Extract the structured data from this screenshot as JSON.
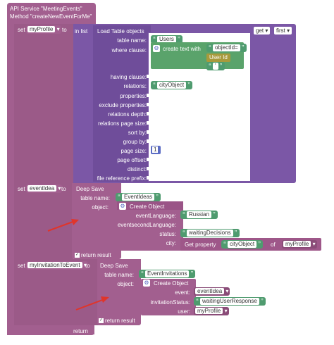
{
  "header": {
    "line1": "API Service \"MeetingEvents\"",
    "line2": "Method \"createNewEventForMe\""
  },
  "set_label": "set",
  "to_label": "to",
  "return_label": "return",
  "block1": {
    "var": "myProfile",
    "in_list": "in list",
    "get": "get",
    "first": "first",
    "title": "Load Table objects",
    "table_name_label": "table name:",
    "table_name": "Users",
    "where_label": "where clause:",
    "create_text": "create text with",
    "text1": "objectId=",
    "user_id": "User Id",
    "text2": "'",
    "having_label": "having clause:",
    "relations_label": "relations:",
    "relations": "cityObject",
    "labels": [
      "properties:",
      "exclude properties:",
      "relations depth:",
      "relations page size:",
      "sort by:",
      "group by:"
    ],
    "page_size_label": "page size:",
    "page_size": "1",
    "labels2": [
      "page offset:",
      "distinct:",
      "file reference prefix:"
    ]
  },
  "block2": {
    "var": "eventIdea",
    "title": "Deep Save",
    "table_name_label": "table name:",
    "table_name": "EventIdeas",
    "object_label": "object:",
    "create_object": "Create Object",
    "lang_label": "eventLanguage:",
    "lang": "Russian",
    "second_label": "eventsecondLanguage:",
    "status_label": "status:",
    "status": "waitingDecisions",
    "city_label": "city:",
    "get_property": "Get property",
    "city_prop": "cityObject",
    "of_label": "of",
    "of_var": "myProfile",
    "return_result": "return result"
  },
  "block3": {
    "var": "myInvitationToEvent",
    "title": "Deep Save",
    "table_name_label": "table name:",
    "table_name": "EventInvitations",
    "object_label": "object:",
    "create_object": "Create Object",
    "event_label": "event:",
    "event_var": "eventIdea",
    "inv_label": "invitationStatus:",
    "inv_status": "waitingUserResponse",
    "user_label": "user:",
    "user_var": "myProfile",
    "return_result": "return result"
  },
  "colors": {
    "procedure": "#a25f8f",
    "purple": "#7b57a6",
    "green": "#5aa36b",
    "olive": "#a89a3c",
    "arrow": "#e0352b"
  }
}
